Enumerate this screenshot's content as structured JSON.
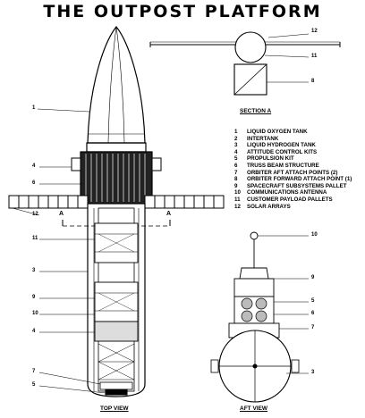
{
  "title": "THE OUTPOST PLATFORM",
  "section_label": "SECTION A",
  "captions": {
    "top_view": "TOP VIEW",
    "aft_view": "AFT VIEW"
  },
  "section_markers": [
    "A",
    "A"
  ],
  "legend": [
    {
      "num": "1",
      "text": "LIQUID OXYGEN TANK"
    },
    {
      "num": "2",
      "text": "INTERTANK"
    },
    {
      "num": "3",
      "text": "LIQUID HYDROGEN TANK"
    },
    {
      "num": "4",
      "text": "ATTITUDE CONTROL KITS"
    },
    {
      "num": "5",
      "text": "PROPULSION KIT"
    },
    {
      "num": "6",
      "text": "TRUSS BEAM STRUCTURE"
    },
    {
      "num": "7",
      "text": "ORBITER AFT ATTACH POINTS (2)"
    },
    {
      "num": "8",
      "text": "ORBITER FORWARD ATTACH POINT (1)"
    },
    {
      "num": "9",
      "text": "SPACECRAFT SUBSYSTEMS PALLET"
    },
    {
      "num": "10",
      "text": "COMMUNICATIONS ANTENNA"
    },
    {
      "num": "11",
      "text": "CUSTOMER PAYLOAD PALLETS"
    },
    {
      "num": "12",
      "text": "SOLAR ARRAYS"
    }
  ],
  "callouts": {
    "top_left": [
      "1",
      "4",
      "6",
      "12",
      "11",
      "3",
      "9",
      "10",
      "4",
      "7",
      "5"
    ],
    "section": [
      "12",
      "11",
      "8"
    ],
    "aft": [
      "10",
      "9",
      "5",
      "6",
      "7",
      "3"
    ]
  }
}
